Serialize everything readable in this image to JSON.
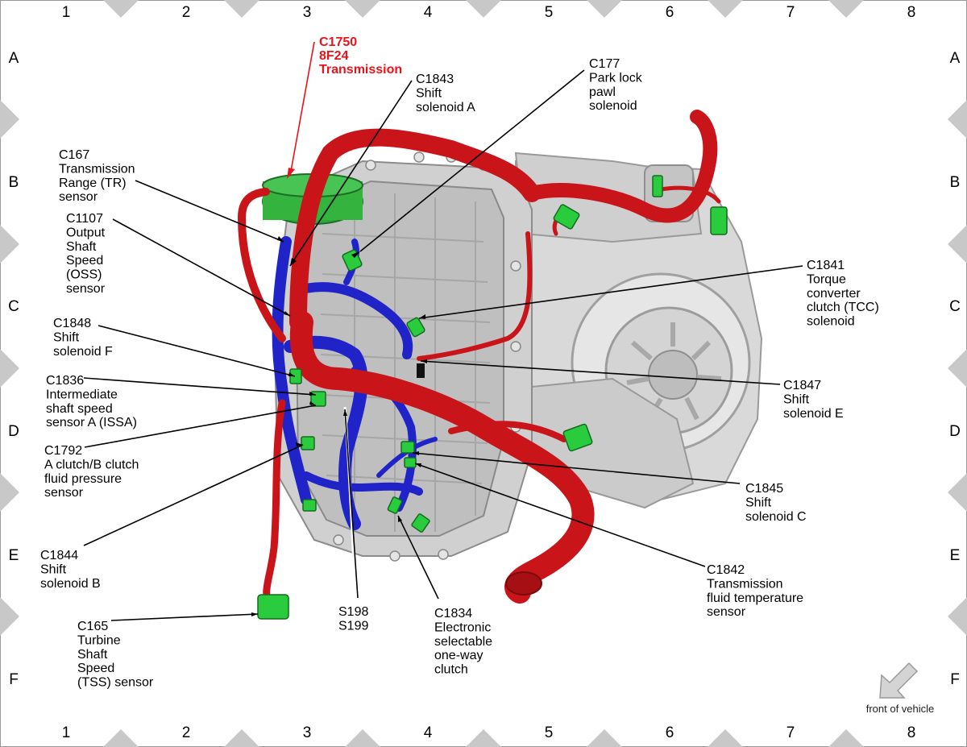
{
  "grid": {
    "columns": [
      "1",
      "2",
      "3",
      "4",
      "5",
      "6",
      "7",
      "8"
    ],
    "rows": [
      "A",
      "B",
      "C",
      "D",
      "E",
      "F"
    ]
  },
  "colors": {
    "harness_red": "#d0161a",
    "harness_blue": "#1f23c8",
    "connector_green": "#28cc3c",
    "housing_gray": "#cfcfcf",
    "title_red": "#e8131b"
  },
  "title_label": {
    "lines": [
      "C1750",
      "8F24",
      "Transmission"
    ]
  },
  "callouts": [
    {
      "id": "c1843",
      "lines": [
        "C1843",
        "Shift",
        "solenoid A"
      ]
    },
    {
      "id": "c177",
      "lines": [
        "C177",
        "Park lock",
        "pawl",
        "solenoid"
      ]
    },
    {
      "id": "c167",
      "lines": [
        "C167",
        "Transmission",
        "Range (TR)",
        "sensor"
      ]
    },
    {
      "id": "c1107",
      "lines": [
        "C1107",
        "Output",
        "Shaft",
        "Speed",
        "(OSS)",
        "sensor"
      ]
    },
    {
      "id": "c1841",
      "lines": [
        "C1841",
        "Torque",
        "converter",
        "clutch (TCC)",
        "solenoid"
      ]
    },
    {
      "id": "c1848",
      "lines": [
        "C1848",
        "Shift",
        "solenoid F"
      ]
    },
    {
      "id": "c1836",
      "lines": [
        "C1836",
        "Intermediate",
        "shaft speed",
        "sensor A (ISSA)"
      ]
    },
    {
      "id": "c1847",
      "lines": [
        "C1847",
        "Shift",
        "solenoid E"
      ]
    },
    {
      "id": "c1792",
      "lines": [
        "C1792",
        "A clutch/B clutch",
        "fluid pressure",
        "sensor"
      ]
    },
    {
      "id": "c1845",
      "lines": [
        "C1845",
        "Shift",
        "solenoid C"
      ]
    },
    {
      "id": "c1844",
      "lines": [
        "C1844",
        "Shift",
        "solenoid B"
      ]
    },
    {
      "id": "c1842",
      "lines": [
        "C1842",
        "Transmission",
        "fluid temperature",
        "sensor"
      ]
    },
    {
      "id": "s198",
      "lines": [
        "S198",
        "S199"
      ]
    },
    {
      "id": "c1834",
      "lines": [
        "C1834",
        "Electronic",
        "selectable",
        "one-way",
        "clutch"
      ]
    },
    {
      "id": "c165",
      "lines": [
        "C165",
        "Turbine",
        "Shaft",
        "Speed",
        "(TSS) sensor"
      ]
    }
  ],
  "orientation_note": "front of vehicle"
}
